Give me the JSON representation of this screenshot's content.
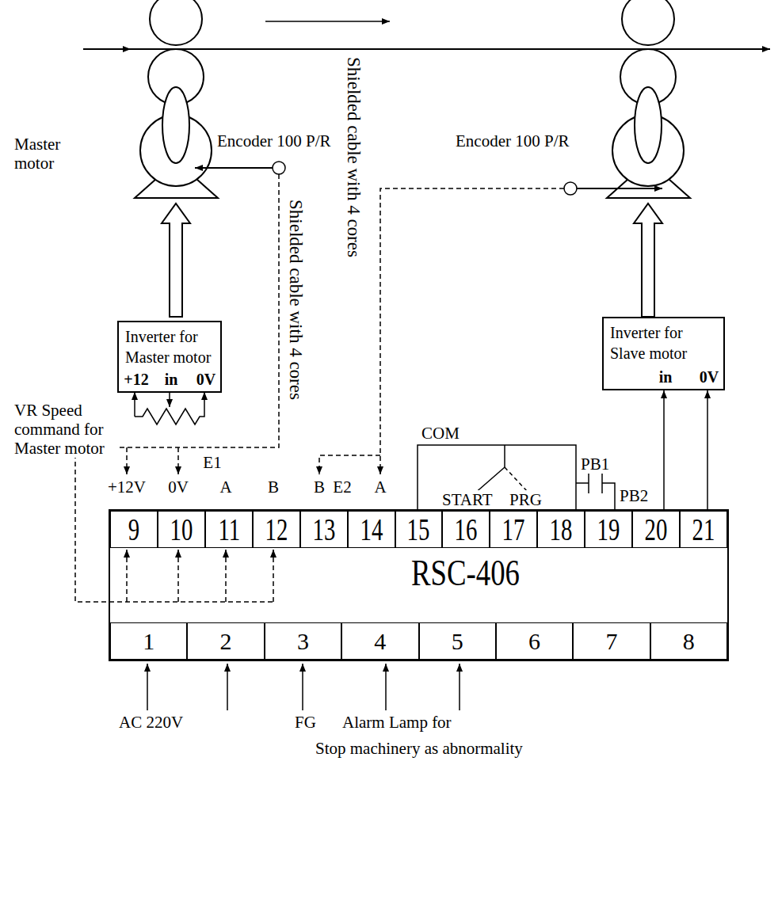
{
  "diagram": {
    "nodes": [
      {
        "text": [
          "Inverter for Master motor",
          "+12",
          "in",
          "0V"
        ]
      },
      {
        "text": [
          "Inverter for Slave motor",
          "in",
          "0V"
        ]
      },
      {
        "text": [
          "RSC-406"
        ]
      },
      {
        "text": [
          "9"
        ],
        "in": 2
      },
      {
        "text": [
          "10"
        ],
        "in": 2
      },
      {
        "text": [
          "11"
        ],
        "in": 2
      },
      {
        "text": [
          "12"
        ],
        "in": 2
      },
      {
        "text": [
          "13"
        ],
        "in": 2
      },
      {
        "text": [
          "14"
        ],
        "in": 2
      },
      {
        "text": [
          "15"
        ],
        "in": 2
      },
      {
        "text": [
          "16"
        ],
        "in": 2
      },
      {
        "text": [
          "17"
        ],
        "in": 2
      },
      {
        "text": [
          "18"
        ],
        "in": 2
      },
      {
        "text": [
          "19"
        ],
        "in": 2
      },
      {
        "text": [
          "20"
        ],
        "in": 2
      },
      {
        "text": [
          "21"
        ],
        "in": 2
      },
      {
        "text": [
          "1"
        ],
        "in": 2
      },
      {
        "text": [
          "2"
        ],
        "in": 2
      },
      {
        "text": [
          "3"
        ],
        "in": 2
      },
      {
        "text": [
          "4"
        ],
        "in": 2
      },
      {
        "text": [
          "5"
        ],
        "in": 2
      },
      {
        "text": [
          "6"
        ],
        "in": 2
      },
      {
        "text": [
          "7"
        ],
        "in": 2
      },
      {
        "text": [
          "8"
        ],
        "in": 2
      }
    ],
    "edges": [
      {
        "from": 14,
        "to": 1,
        "arrow": "to"
      },
      {
        "from": 15,
        "to": 1,
        "arrow": "to"
      }
    ],
    "labels": [
      "Master motor",
      "Encoder 100 P/R",
      "Encoder 100 P/R",
      "Shielded cable with 4 cores",
      "Shielded cable with 4 cores",
      "VR Speed command for Master motor",
      "E1",
      "+12V",
      "0V",
      "A",
      "B",
      "B",
      "E2",
      "A",
      "COM",
      "START",
      "PRG",
      "PB1",
      "PB2",
      "AC 220V",
      "FG",
      "Alarm Lamp for",
      "Stop machinery as abnormality"
    ]
  }
}
